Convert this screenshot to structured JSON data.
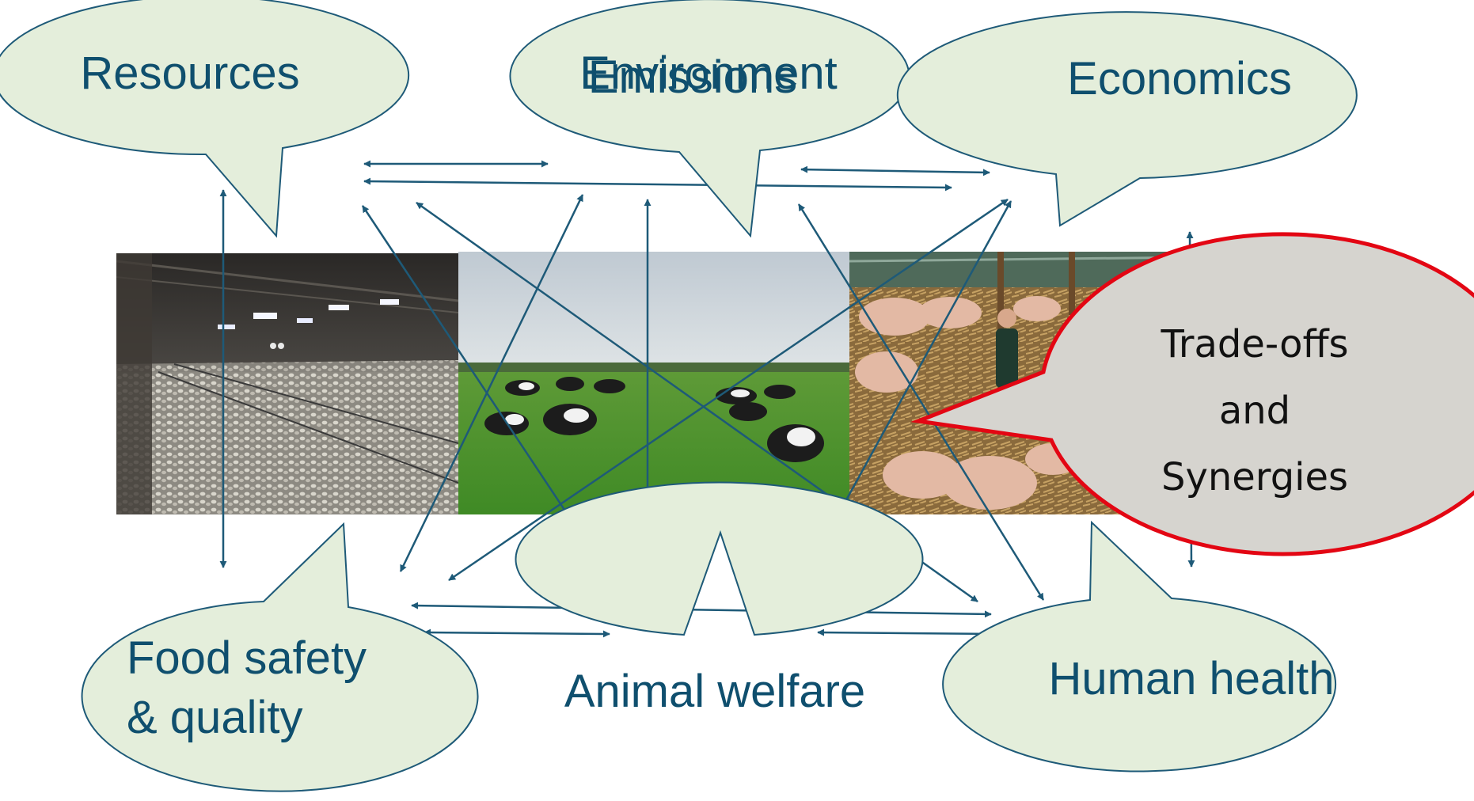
{
  "diagram": {
    "bubbles": {
      "resources": "Resources",
      "environment": "Environment",
      "emissions": "Emissions",
      "economics": "Economics",
      "food_safety_line1": "Food safety",
      "food_safety_line2": "& quality",
      "animal_welfare": "Animal welfare",
      "human_health": "Human health"
    },
    "callout": {
      "line1": "Trade-offs",
      "line2": "and",
      "line3": "Synergies"
    },
    "photos": [
      "broiler-house-photo",
      "dairy-cows-pasture-photo",
      "pig-barn-photo"
    ],
    "colors": {
      "bubble_fill": "#e4eedb",
      "bubble_stroke": "#1e5a78",
      "text": "#0f4f6e",
      "arrow": "#1e5a78",
      "callout_fill": "#d6d4cf",
      "callout_stroke": "#e30613"
    }
  }
}
